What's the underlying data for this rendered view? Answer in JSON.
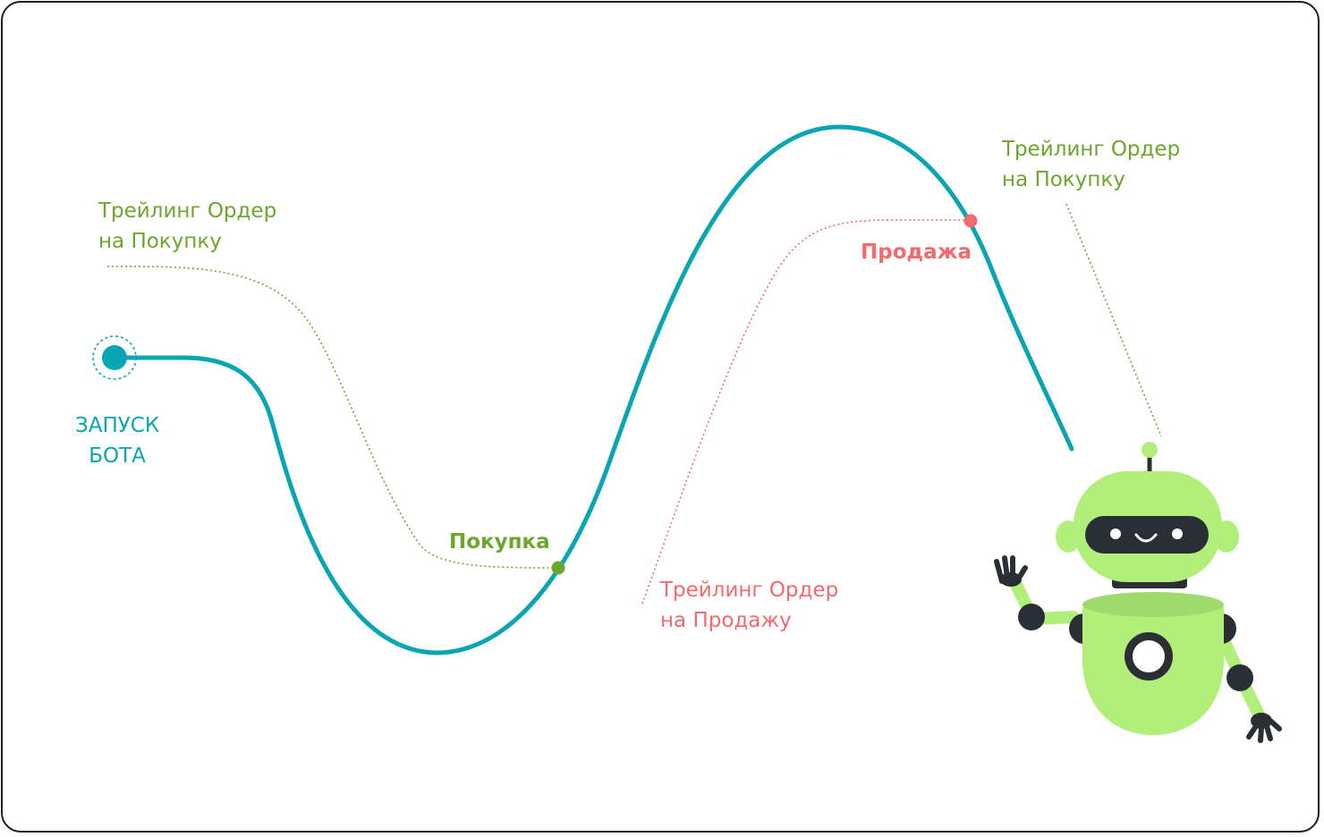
{
  "labels": {
    "start": "ЗАПУСК\nБОТА",
    "buy": "Покупка",
    "sell": "Продажа",
    "trailing_buy_left": "Трейлинг Ордер\nна Покупку",
    "trailing_buy_right": "Трейлинг Ордер\nна Покупку",
    "trailing_sell": "Трейлинг Ордер\nна Продажу"
  },
  "colors": {
    "price_line": "#0aa5b2",
    "buy": "#6ba72c",
    "sell": "#f4696c",
    "robot_body": "#b1ef7a",
    "robot_dark": "#2a2f35"
  },
  "icons": [
    "start-marker-icon",
    "robot-icon"
  ]
}
